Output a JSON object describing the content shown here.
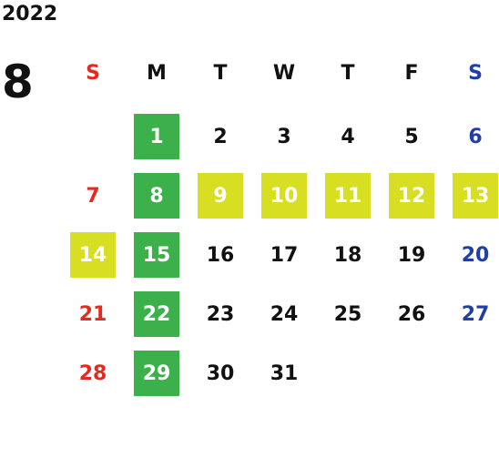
{
  "year": "2022",
  "month": "8",
  "colors": {
    "sunday": "#e8281e",
    "saturday": "#1e3fa8",
    "weekday": "#111111",
    "green_highlight": "#3cb04a",
    "yellow_highlight": "#d8de22",
    "highlight_text": "#ffffff"
  },
  "weekdays": [
    "S",
    "M",
    "T",
    "W",
    "T",
    "F",
    "S"
  ],
  "weeks": [
    [
      null,
      "1",
      "2",
      "3",
      "4",
      "5",
      "6"
    ],
    [
      "7",
      "8",
      "9",
      "10",
      "11",
      "12",
      "13"
    ],
    [
      "14",
      "15",
      "16",
      "17",
      "18",
      "19",
      "20"
    ],
    [
      "21",
      "22",
      "23",
      "24",
      "25",
      "26",
      "27"
    ],
    [
      "28",
      "29",
      "30",
      "31",
      null,
      null,
      null
    ]
  ],
  "highlights": {
    "green": [
      "1",
      "8",
      "15",
      "22",
      "29"
    ],
    "yellow": [
      "9",
      "10",
      "11",
      "12",
      "13",
      "14"
    ]
  }
}
